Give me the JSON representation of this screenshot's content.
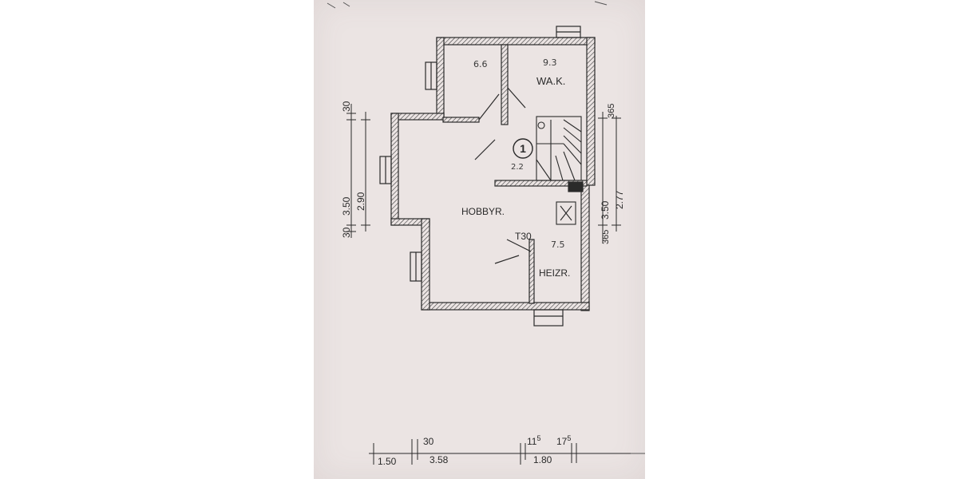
{
  "plan": {
    "rooms": {
      "storage_area": "6.6",
      "laundry_area": "9.3",
      "laundry_name": "WA.K.",
      "stair_number": "1",
      "stair_note": "2.2",
      "hobby_name": "HOBBYR.",
      "door_rating": "T30",
      "heating_area": "7.5",
      "heating_name": "HEIZR."
    },
    "dims_left": {
      "top_wall": "30",
      "outer": "3.50",
      "inner": "2.90",
      "bottom_wall": "30"
    },
    "dims_right": {
      "top_wall": "365",
      "upper": "3.50",
      "lower": "2.77",
      "bottom_wall": "365"
    },
    "dims_bottom": {
      "a_wall": "30",
      "b_wall_base": "11",
      "b_wall_sup": "5",
      "c_wall_base": "17",
      "c_wall_sup": "5",
      "seg1": "1.50",
      "seg2": "3.58",
      "seg3": "1.80"
    },
    "colors": {
      "paper": "#ebe4e3",
      "ink": "#2a2a2a"
    }
  }
}
